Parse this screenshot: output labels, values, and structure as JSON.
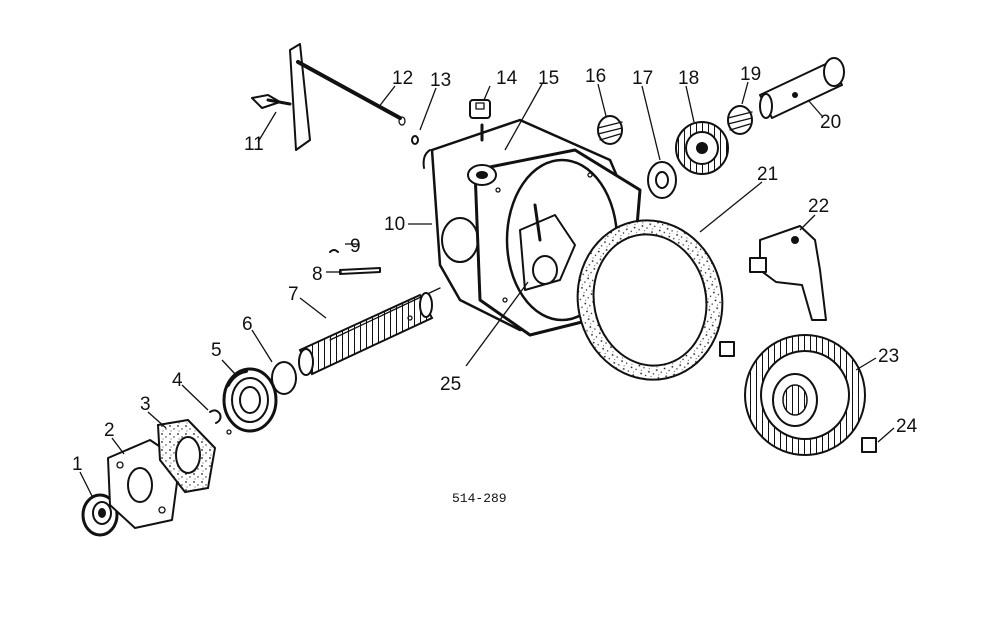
{
  "figure": {
    "code": "514-289",
    "callouts": [
      "1",
      "2",
      "3",
      "4",
      "5",
      "6",
      "7",
      "8",
      "9",
      "10",
      "11",
      "12",
      "13",
      "14",
      "15",
      "16",
      "17",
      "18",
      "19",
      "20",
      "21",
      "22",
      "23",
      "24",
      "25"
    ]
  },
  "colors": {
    "ink": "#111111",
    "paper": "#ffffff"
  }
}
